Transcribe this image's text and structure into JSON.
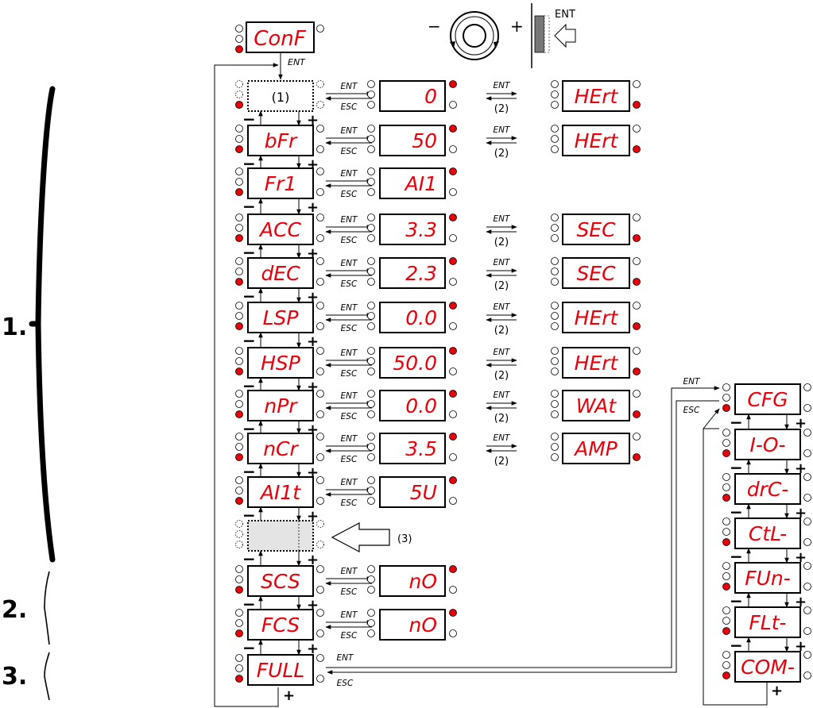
{
  "left_groups": [
    {
      "label": "1."
    },
    {
      "label": "2."
    },
    {
      "label": "3."
    }
  ],
  "top": {
    "conf_display": "ConF",
    "ent_label": "ENT",
    "dial_minus": "−",
    "dial_plus": "+",
    "enter_key_label": "ENT"
  },
  "menu_rows": [
    {
      "code": "(1)",
      "kind": "optional",
      "value": "0",
      "unit": "HErt",
      "two_way": true
    },
    {
      "code": "bFr",
      "kind": "normal",
      "value": "50",
      "unit": "HErt",
      "two_way": true
    },
    {
      "code": "Fr1",
      "kind": "normal",
      "value": "AI1",
      "unit": "",
      "two_way": false
    },
    {
      "code": "ACC",
      "kind": "normal",
      "value": "3.3",
      "unit": "SEC",
      "two_way": true
    },
    {
      "code": "dEC",
      "kind": "normal",
      "value": "2.3",
      "unit": "SEC",
      "two_way": true
    },
    {
      "code": "LSP",
      "kind": "normal",
      "value": "0.0",
      "unit": "HErt",
      "two_way": true
    },
    {
      "code": "HSP",
      "kind": "normal",
      "value": "50.0",
      "unit": "HErt",
      "two_way": true
    },
    {
      "code": "nPr",
      "kind": "normal",
      "value": "0.0",
      "unit": "WAt",
      "two_way": true
    },
    {
      "code": "nCr",
      "kind": "normal",
      "value": "3.5",
      "unit": "AMP",
      "two_way": true
    },
    {
      "code": "AI1t",
      "kind": "normal",
      "value": "5U",
      "unit": "",
      "two_way": false
    },
    {
      "code": "",
      "kind": "blank",
      "value": "",
      "unit": "",
      "two_way": false
    },
    {
      "code": "SCS",
      "kind": "normal",
      "value": "nO",
      "unit": "",
      "two_way": false
    },
    {
      "code": "FCS",
      "kind": "normal",
      "value": "nO",
      "unit": "",
      "two_way": false
    },
    {
      "code": "FULL",
      "kind": "normal",
      "value": "",
      "unit": "",
      "two_way": false
    }
  ],
  "labels": {
    "ent": "ENT",
    "esc": "ESC",
    "note2": "(2)",
    "note3": "(3)",
    "minus": "−",
    "plus": "+"
  },
  "submenus": [
    {
      "code": "CFG"
    },
    {
      "code": "I-O-"
    },
    {
      "code": "drC-"
    },
    {
      "code": "CtL-"
    },
    {
      "code": "FUn-"
    },
    {
      "code": "FLt-"
    },
    {
      "code": "COM-"
    }
  ]
}
